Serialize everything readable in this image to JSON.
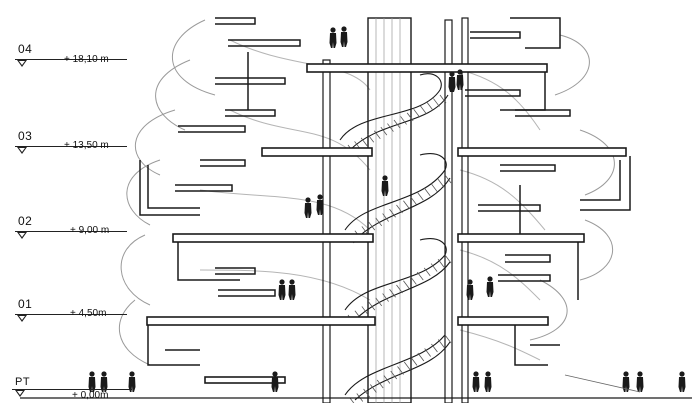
{
  "section": {
    "levels": [
      {
        "number": "04",
        "elevation": "+ 18,10 m"
      },
      {
        "number": "03",
        "elevation": "+ 13,50 m"
      },
      {
        "number": "02",
        "elevation": "+ 9,00 m"
      },
      {
        "number": "01",
        "elevation": "+ 4,50m"
      }
    ],
    "ground": {
      "number": "PT",
      "elevation": "+ 0,00m"
    }
  },
  "colors": {
    "ink": "#1a1a1a",
    "hatch": "#8a8a8a",
    "paper": "#ffffff"
  }
}
